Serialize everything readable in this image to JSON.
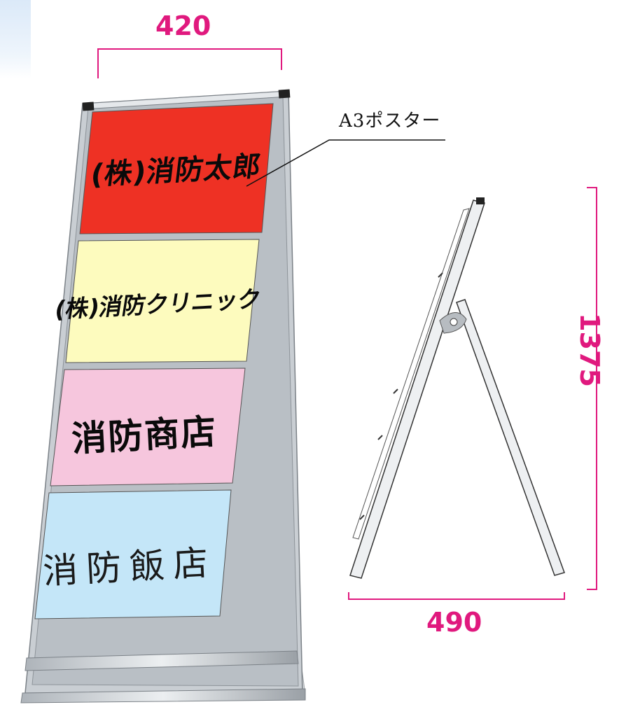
{
  "dimensions": {
    "width": "420",
    "depth": "490",
    "height": "1375"
  },
  "callout": {
    "label": "A3ポスター"
  },
  "panels": [
    {
      "text": "(株)消防太郎",
      "color": "#ee3124"
    },
    {
      "text": "(株)消防クリニック",
      "color": "#fdfbbe"
    },
    {
      "text": "消防商店",
      "color": "#f6c6dd"
    },
    {
      "text": "消防飯店",
      "color": "#c4e6f8"
    }
  ],
  "colors": {
    "dimension_accent": "#e0197e",
    "frame": "#c9ced3",
    "frame_edge": "#7b8187",
    "corner_cap": "#222222"
  }
}
